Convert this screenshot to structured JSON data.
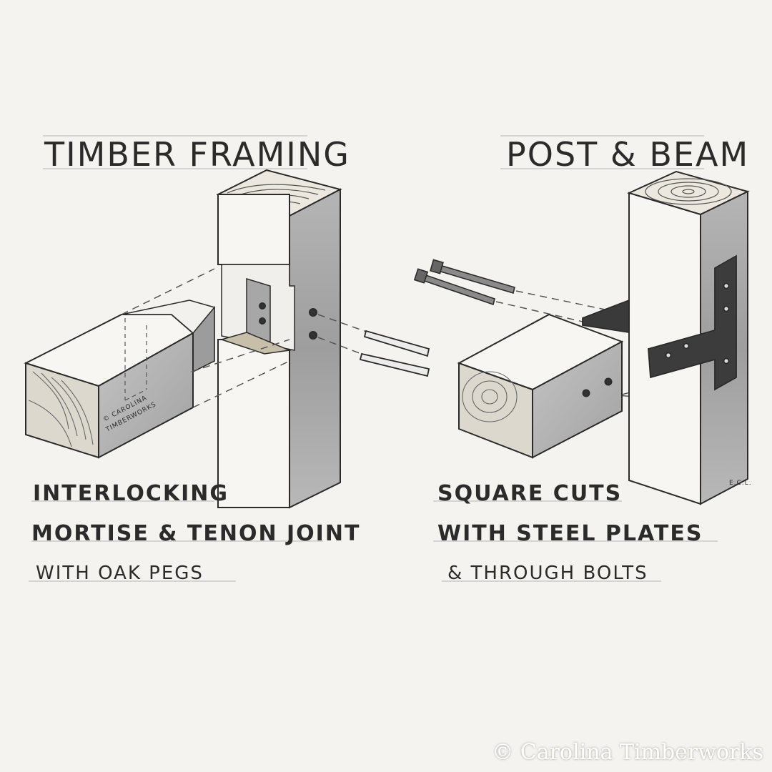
{
  "left": {
    "title": "TIMBER FRAMING",
    "label_line1": "INTERLOCKING",
    "label_line2": "MORTISE & TENON JOINT",
    "sub": "WITH OAK PEGS",
    "stamp_line1": "© CAROLINA",
    "stamp_line2": "TIMBERWORKS"
  },
  "right": {
    "title": "POST & BEAM",
    "label_line1": "SQUARE CUTS",
    "label_line2": "WITH STEEL PLATES",
    "sub": "& THROUGH BOLTS",
    "initials": "E.C.L."
  },
  "footer": {
    "copyright": "© Carolina Timberworks"
  },
  "colors": {
    "paper": "#f4f3ef",
    "ink": "#2b2b2b",
    "wood_shade": "#a9a9a9",
    "steel": "#3c3c3c"
  }
}
